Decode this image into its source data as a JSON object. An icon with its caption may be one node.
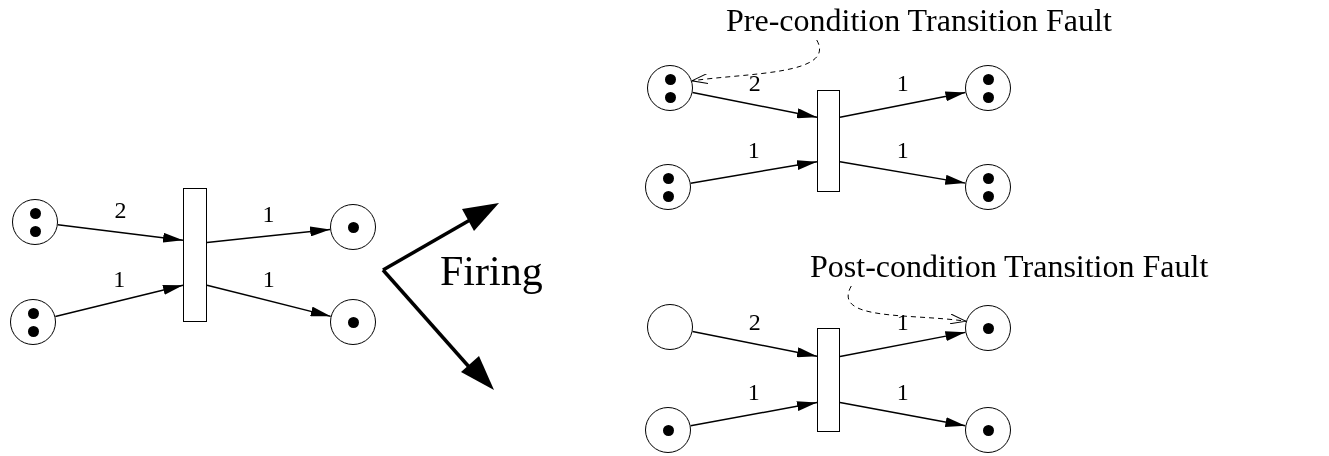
{
  "diagram": {
    "nodes": [
      {
        "text": [],
        "shape": "circle"
      },
      {
        "text": [],
        "shape": "circle"
      },
      {
        "text": [],
        "shape": "bar"
      },
      {
        "text": [],
        "shape": "circle"
      },
      {
        "text": [],
        "shape": "circle"
      },
      {
        "text": [],
        "shape": "circle"
      },
      {
        "text": [],
        "shape": "circle"
      },
      {
        "text": [],
        "shape": "bar"
      },
      {
        "text": [],
        "shape": "circle"
      },
      {
        "text": [],
        "shape": "circle"
      },
      {
        "text": [
          "Pre-condition Transition Fault"
        ]
      },
      {
        "text": [],
        "shape": "circle"
      },
      {
        "text": [],
        "shape": "circle"
      },
      {
        "text": [],
        "shape": "bar"
      },
      {
        "text": [],
        "shape": "circle"
      },
      {
        "text": [],
        "shape": "circle"
      },
      {
        "text": [
          "Post-condition Transition Fault"
        ]
      }
    ],
    "edges": [
      {
        "from": 0,
        "to": 2,
        "arrow": "to",
        "label": "2"
      },
      {
        "from": 1,
        "to": 2,
        "arrow": "to",
        "label": "1"
      },
      {
        "from": 2,
        "to": 3,
        "arrow": "to",
        "label": "1"
      },
      {
        "from": 2,
        "to": 4,
        "arrow": "to",
        "label": "1"
      },
      {
        "from": 5,
        "to": 7,
        "arrow": "to",
        "label": "2"
      },
      {
        "from": 6,
        "to": 7,
        "arrow": "to",
        "label": "1"
      },
      {
        "from": 7,
        "to": 8,
        "arrow": "to",
        "label": "1"
      },
      {
        "from": 7,
        "to": 9,
        "arrow": "to",
        "label": "1"
      },
      {
        "from": 11,
        "to": 13,
        "arrow": "to",
        "label": "2"
      },
      {
        "from": 12,
        "to": 13,
        "arrow": "to",
        "label": "1"
      },
      {
        "from": 13,
        "to": 14,
        "arrow": "to",
        "label": "1"
      },
      {
        "from": 13,
        "to": 15,
        "arrow": "to",
        "label": "1"
      },
      {
        "from": 10,
        "to": 5,
        "arrow": "to",
        "style": "dashed"
      },
      {
        "from": 16,
        "to": 14,
        "arrow": "to",
        "style": "dashed"
      }
    ],
    "labels": [
      "Firing"
    ]
  }
}
